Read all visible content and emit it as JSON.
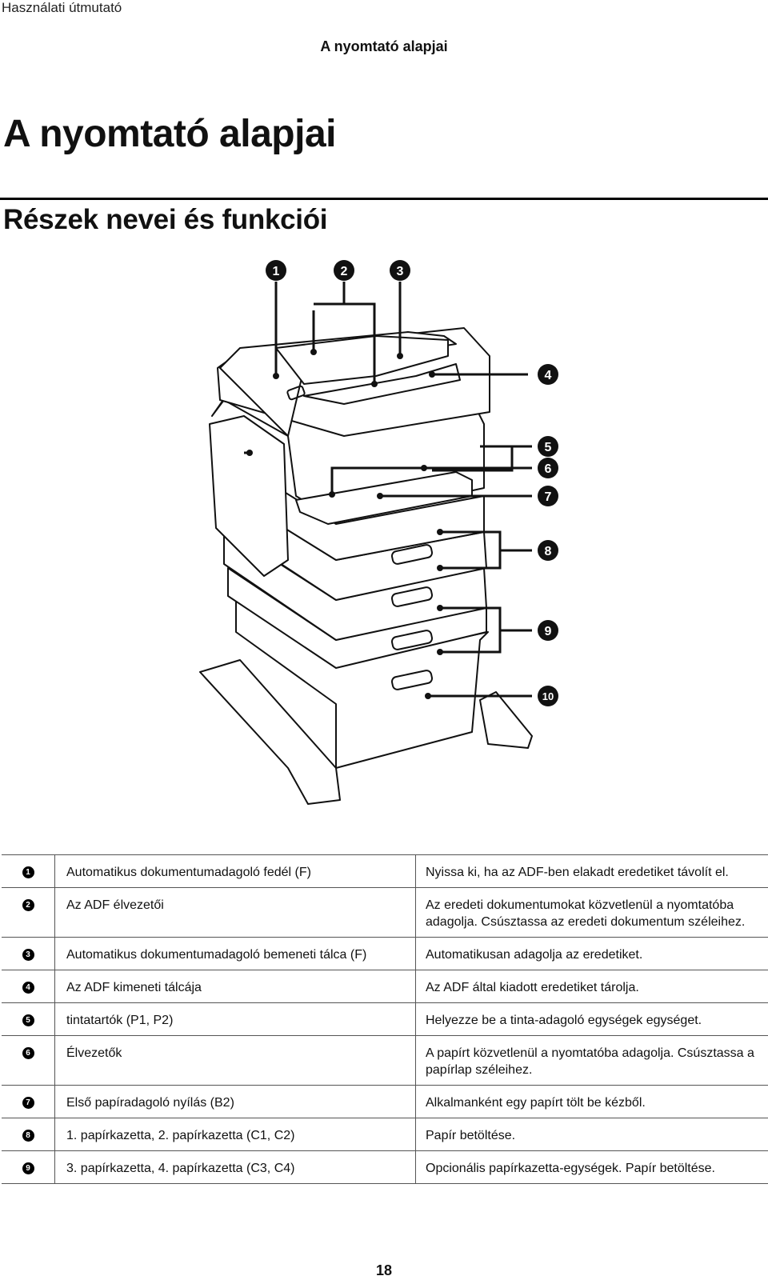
{
  "header": {
    "running_title": "Használati útmutató",
    "section_title": "A nyomtató alapjai"
  },
  "page": {
    "title": "A nyomtató alapjai",
    "subtitle": "Részek nevei és funkciói",
    "number": "18"
  },
  "figure": {
    "callouts": [
      "1",
      "2",
      "3",
      "4",
      "5",
      "6",
      "7",
      "8",
      "9",
      "10"
    ]
  },
  "parts": [
    {
      "num": "1",
      "name": "Automatikus dokumentumadagoló fedél (F)",
      "desc": "Nyissa ki, ha az ADF-ben elakadt eredetiket távolít el."
    },
    {
      "num": "2",
      "name": "Az ADF élvezetői",
      "desc": "Az eredeti dokumentumokat közvetlenül a nyomtatóba adagolja. Csúsztassa az eredeti dokumentum széleihez."
    },
    {
      "num": "3",
      "name": "Automatikus dokumentumadagoló bemeneti tálca (F)",
      "desc": "Automatikusan adagolja az eredetiket."
    },
    {
      "num": "4",
      "name": "Az ADF kimeneti tálcája",
      "desc": "Az ADF által kiadott eredetiket tárolja."
    },
    {
      "num": "5",
      "name": "tintatartók (P1, P2)",
      "desc": "Helyezze be a tinta-adagoló egységek egységet."
    },
    {
      "num": "6",
      "name": "Élvezetők",
      "desc": "A papírt közvetlenül a nyomtatóba adagolja. Csúsztassa a papírlap széleihez."
    },
    {
      "num": "7",
      "name": "Első papíradagoló nyílás (B2)",
      "desc": "Alkalmanként egy papírt tölt be kézből."
    },
    {
      "num": "8",
      "name": "1. papírkazetta, 2. papírkazetta (C1, C2)",
      "desc": "Papír betöltése."
    },
    {
      "num": "9",
      "name": "3. papírkazetta, 4. papírkazetta (C3, C4)",
      "desc": "Opcionális papírkazetta-egységek. Papír betöltése."
    }
  ]
}
